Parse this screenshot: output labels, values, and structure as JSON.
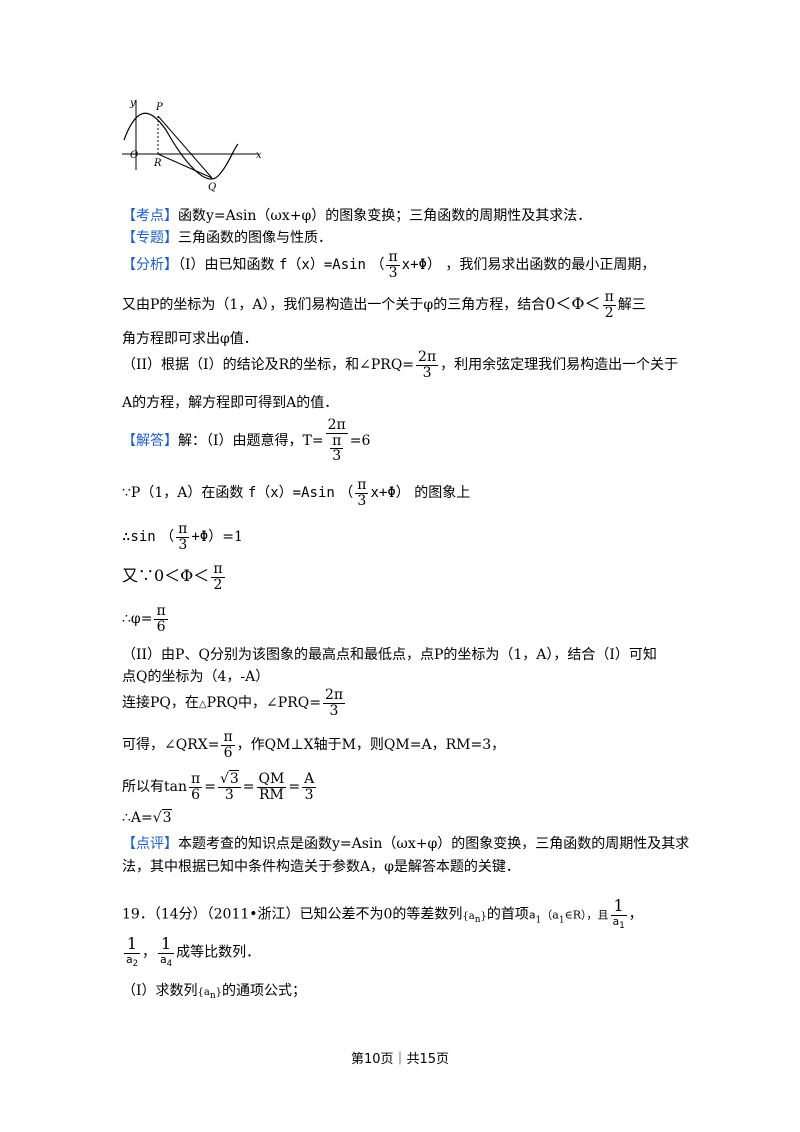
{
  "graph": {
    "label_y": "y",
    "label_p": "P",
    "label_o": "O",
    "label_r": "R",
    "label_x": "x",
    "label_q": "Q"
  },
  "kaodian": {
    "tag": "【考点】",
    "text": "函数y=Asin（ωx+φ）的图象变换；三角函数的周期性及其求法．"
  },
  "zhuanti": {
    "tag": "【专题】",
    "text": "三角函数的图像与性质．"
  },
  "fenxi": {
    "tag": "【分析】",
    "l1_a": "（I）由已知函数",
    "l1_f": "f（x）=Asin",
    "l1_paren_open": "（",
    "pi": "π",
    "three": "3",
    "l1_x": "x+Φ）",
    "l1_b": "，我们易求出函数的最小正周期，",
    "l2_a": "又由P的坐标为（1，A），我们易构造出一个关于φ的三角方程，结合",
    "l2_ineq": "0＜Φ＜",
    "two": "2",
    "l2_b": "解三",
    "l3": "角方程即可求出φ值．",
    "l4_a": "（II）根据（I）的结论及R的坐标，和",
    "l4_angle": "∠PRQ=",
    "two_pi": "2π",
    "l4_b": "，利用余弦定理我们易构造出一个关于",
    "l5": "A的方程，解方程即可得到A的值．"
  },
  "jieda": {
    "tag": "【解答】",
    "l1_a": "解：（I）由题意得，T=",
    "l1_b": "=6",
    "l2_a": "∵P（1，A）在函数",
    "l2_f": "f（x）=Asin",
    "l2_paren": "（",
    "l2_x": "x+Φ）",
    "l2_b": "的图象上",
    "l3_a": "∴sin",
    "l3_paren": "（",
    "l3_b": "+Φ）",
    "l3_c": "=1",
    "l4_a": "又∵0＜Φ＜",
    "l5_a": "∴φ=",
    "six": "6",
    "l6": "（II）由P、Q分别为该图象的最高点和最低点，点P的坐标为（1，A），结合（I）可知",
    "l7": "点Q的坐标为（4，-A）",
    "l8_a": "连接PQ，在",
    "l8_tri": "△",
    "l8_b": "PRQ中，∠PRQ=",
    "l9_a": "可得，∠QRX=",
    "l9_b": "，作QM⊥X轴于M，则QM=A，RM=3，",
    "l10_a": "所以有tan",
    "eq": "=",
    "sqrt3": "3",
    "qm_a": "QM",
    "rm": "RM",
    "a_letter": "A",
    "l11_a": "∴A=",
    "sqrt_sym": "√"
  },
  "dianping": {
    "tag": "【点评】",
    "l1": "本题考查的知识点是函数y=Asin（ωx+φ）的图象变换，三角函数的周期性及其求",
    "l2": "法，其中根据已知中条件构造关于参数A，φ是解答本题的关键．"
  },
  "q19": {
    "l1_a": "19．（14分）（2011•浙江）已知公差不为0的等差数列",
    "an": "{a",
    "n": "n",
    "close": "}",
    "l1_b": "的首项",
    "a1": "a",
    "one": "1",
    "l1_c": "（a",
    "l1_d": "∈R），且",
    "one_num": "1",
    "comma": "，",
    "a2": "a",
    "two": "2",
    "four": "4",
    "l2_b": "成等比数列．",
    "l3_a": "（I）求数列",
    "l3_b": "的通项公式；"
  },
  "footer": {
    "text": "第10页｜共15页"
  }
}
